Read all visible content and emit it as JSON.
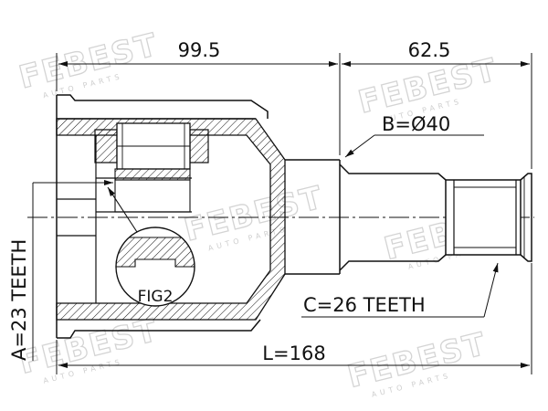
{
  "dimensions": {
    "left_length": "99.5",
    "right_length": "62.5",
    "total_length": "L=168",
    "diameter": "B=Ø40",
    "outer_teeth": "A=23 TEETH",
    "inner_teeth": "C=26 TEETH"
  },
  "figure_label": "FIG2",
  "watermark": {
    "brand": "FEBEST",
    "tagline": "AUTO PARTS"
  },
  "colors": {
    "line": "#111111",
    "watermark": "#d4d4d4"
  }
}
